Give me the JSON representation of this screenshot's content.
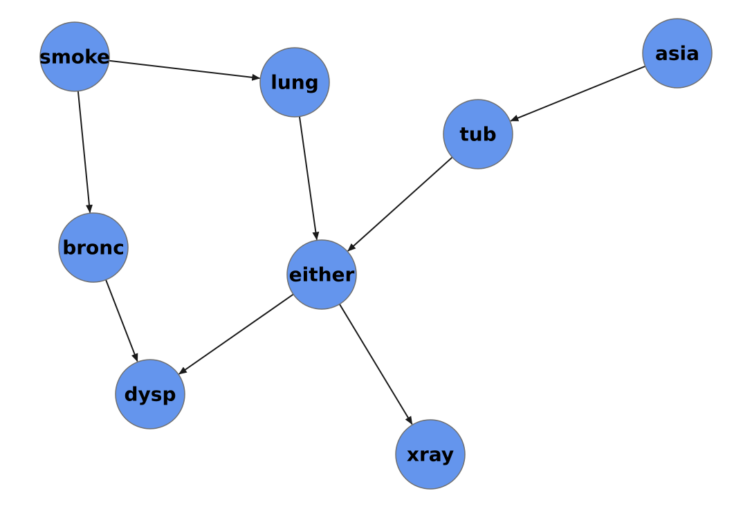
{
  "graph": {
    "node_color": "#6495ed",
    "edge_color": "#1a1a1a",
    "nodes": [
      {
        "id": "smoke",
        "label": "smoke"
      },
      {
        "id": "lung",
        "label": "lung"
      },
      {
        "id": "asia",
        "label": "asia"
      },
      {
        "id": "tub",
        "label": "tub"
      },
      {
        "id": "bronc",
        "label": "bronc"
      },
      {
        "id": "either",
        "label": "either"
      },
      {
        "id": "dysp",
        "label": "dysp"
      },
      {
        "id": "xray",
        "label": "xray"
      }
    ],
    "edges": [
      {
        "from": "smoke",
        "to": "lung"
      },
      {
        "from": "smoke",
        "to": "bronc"
      },
      {
        "from": "lung",
        "to": "either"
      },
      {
        "from": "asia",
        "to": "tub"
      },
      {
        "from": "tub",
        "to": "either"
      },
      {
        "from": "bronc",
        "to": "dysp"
      },
      {
        "from": "either",
        "to": "dysp"
      },
      {
        "from": "either",
        "to": "xray"
      }
    ]
  }
}
